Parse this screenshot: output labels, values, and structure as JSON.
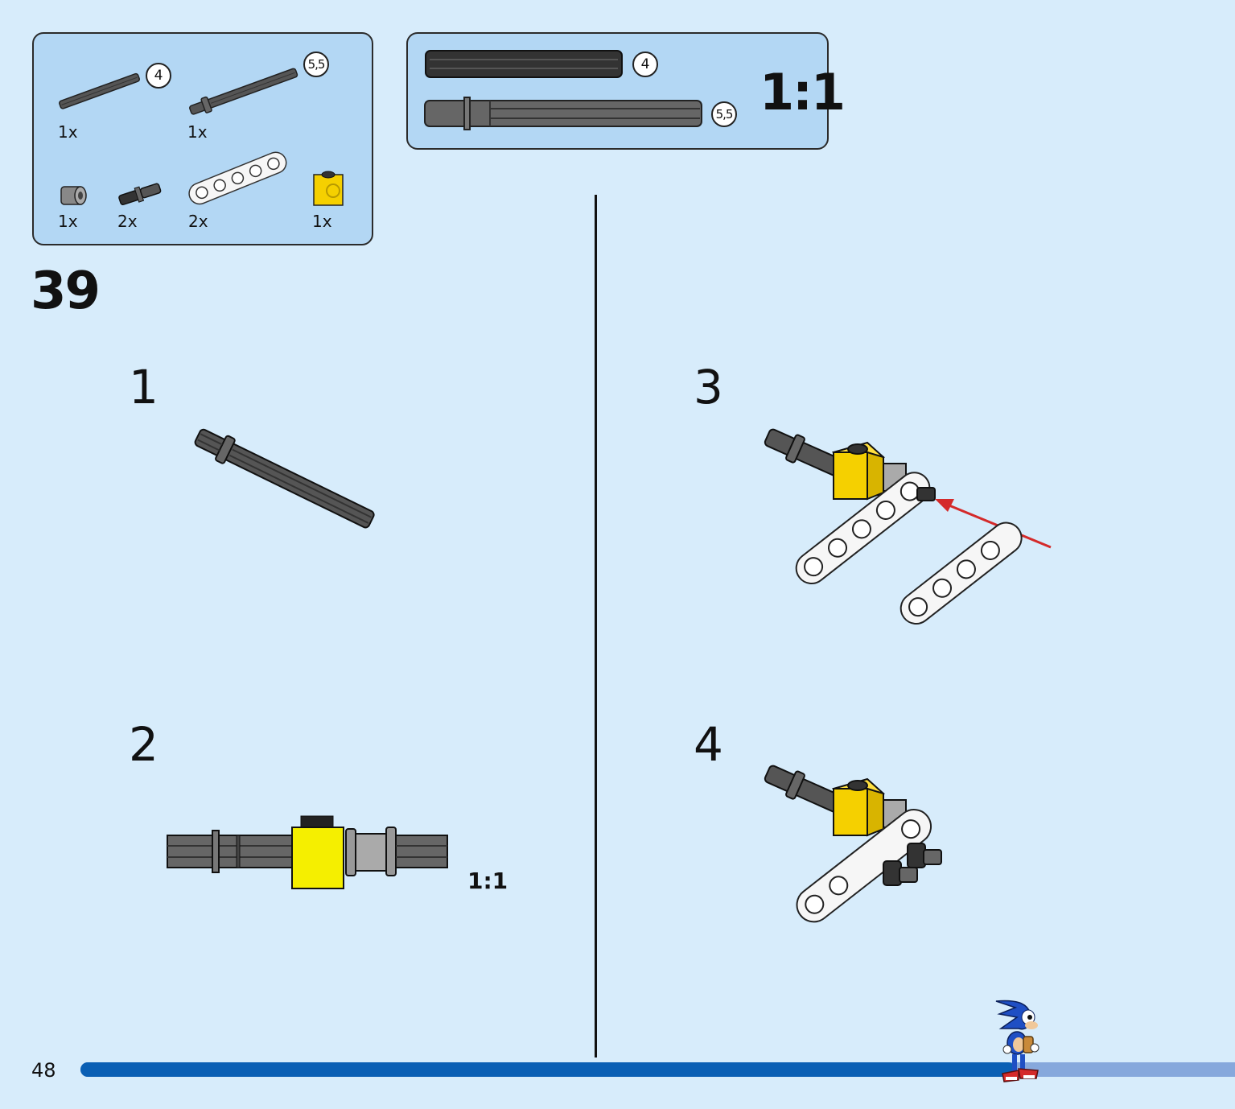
{
  "parts_list": {
    "items": [
      {
        "qty": "1x",
        "length_badge": "4",
        "icon": "axle-4-icon"
      },
      {
        "qty": "1x",
        "length_badge": "5,5",
        "icon": "axle-with-stop-5-5-icon"
      },
      {
        "qty": "1x",
        "icon": "bush-icon"
      },
      {
        "qty": "2x",
        "icon": "pin-with-axle-icon"
      },
      {
        "qty": "2x",
        "icon": "liftarm-thin-icon"
      },
      {
        "qty": "1x",
        "icon": "technic-brick-yellow-icon"
      }
    ]
  },
  "scale_panel": {
    "badges": [
      "4",
      "5,5"
    ],
    "scale_label": "1:1"
  },
  "main_step": "39",
  "substeps": [
    {
      "number": "1"
    },
    {
      "number": "2",
      "scale_label": "1:1"
    },
    {
      "number": "3"
    },
    {
      "number": "4"
    }
  ],
  "page_number": "48",
  "colors": {
    "background": "#d7ecfb",
    "panel": "#b3d7f4",
    "progress_filled": "#0a5fb4",
    "progress_empty": "#86a8dc",
    "arrow": "#d42a2a",
    "yellow_brick": "#f5d000"
  },
  "progress": {
    "fraction": 0.81
  },
  "mascot": {
    "icon": "sonic-mascot-icon"
  }
}
